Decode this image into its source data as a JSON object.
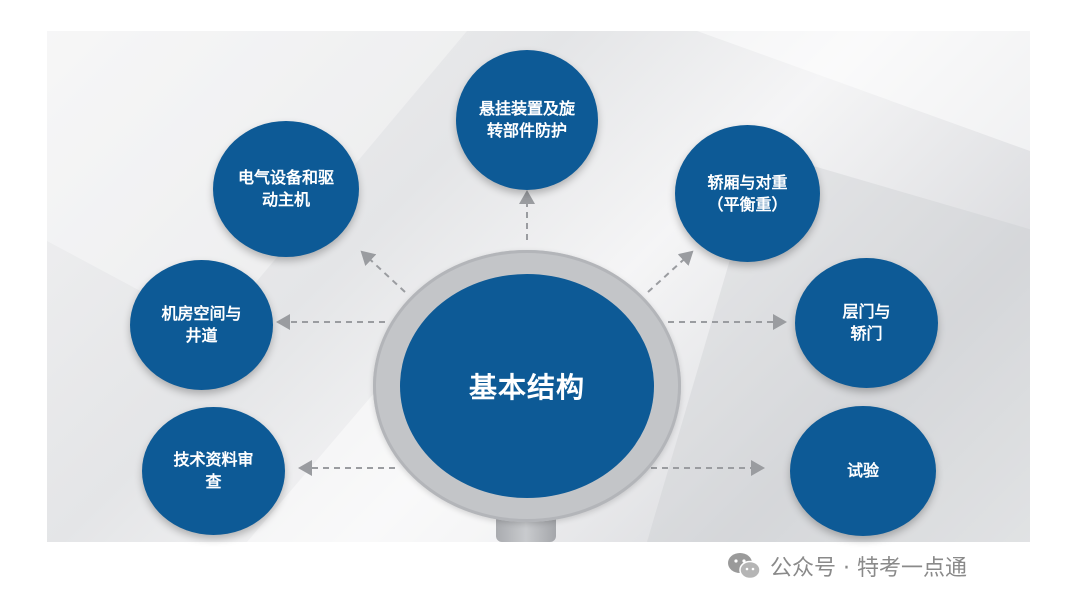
{
  "center": {
    "label": "基本结构"
  },
  "nodes": [
    {
      "id": "suspension",
      "label": "悬挂装置及旋转部件防护"
    },
    {
      "id": "electrical",
      "label": "电气设备和驱动主机"
    },
    {
      "id": "car",
      "label": "轿厢与对重（平衡重）"
    },
    {
      "id": "machine_room",
      "label": "机房空间与井道"
    },
    {
      "id": "doors",
      "label": "层门与轿门"
    },
    {
      "id": "tech_docs",
      "label": "技术资料审查"
    },
    {
      "id": "test",
      "label": "试验"
    }
  ],
  "watermark": {
    "text": "公众号 · 特考一点通",
    "icon": "wechat-icon"
  },
  "colors": {
    "node": "#0d5a96",
    "lens": "#c3c5c8",
    "arrow": "#9a9ca0"
  }
}
